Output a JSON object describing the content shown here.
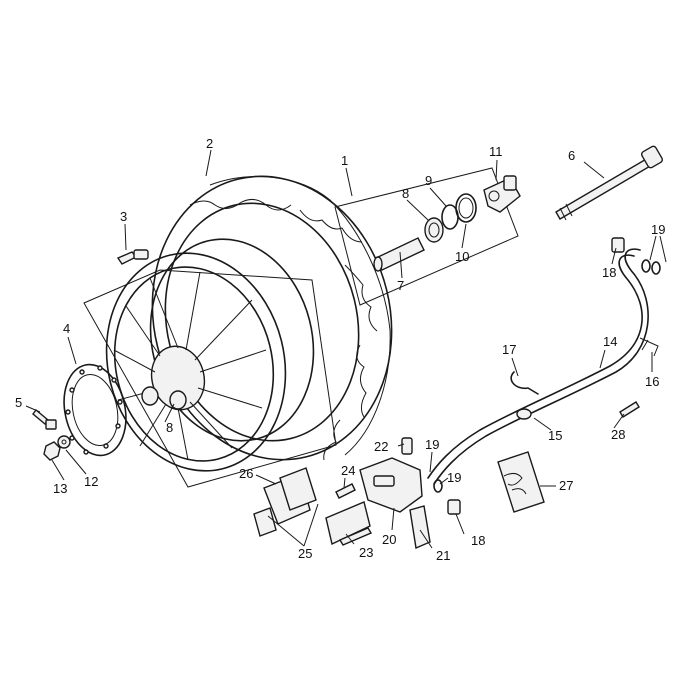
{
  "diagram": {
    "callouts": [
      {
        "id": "c1",
        "label": "1"
      },
      {
        "id": "c2",
        "label": "2"
      },
      {
        "id": "c3",
        "label": "3"
      },
      {
        "id": "c4",
        "label": "4"
      },
      {
        "id": "c5",
        "label": "5"
      },
      {
        "id": "c6",
        "label": "6"
      },
      {
        "id": "c7",
        "label": "7"
      },
      {
        "id": "c8a",
        "label": "8"
      },
      {
        "id": "c8b",
        "label": "8"
      },
      {
        "id": "c9",
        "label": "9"
      },
      {
        "id": "c10",
        "label": "10"
      },
      {
        "id": "c11",
        "label": "11"
      },
      {
        "id": "c12",
        "label": "12"
      },
      {
        "id": "c13",
        "label": "13"
      },
      {
        "id": "c14",
        "label": "14"
      },
      {
        "id": "c15",
        "label": "15"
      },
      {
        "id": "c16",
        "label": "16"
      },
      {
        "id": "c17",
        "label": "17"
      },
      {
        "id": "c18a",
        "label": "18"
      },
      {
        "id": "c18b",
        "label": "18"
      },
      {
        "id": "c19a",
        "label": "19"
      },
      {
        "id": "c19b",
        "label": "19"
      },
      {
        "id": "c19c",
        "label": "19"
      },
      {
        "id": "c20",
        "label": "20"
      },
      {
        "id": "c21",
        "label": "21"
      },
      {
        "id": "c22",
        "label": "22"
      },
      {
        "id": "c23",
        "label": "23"
      },
      {
        "id": "c24",
        "label": "24"
      },
      {
        "id": "c25",
        "label": "25"
      },
      {
        "id": "c26",
        "label": "26"
      },
      {
        "id": "c27",
        "label": "27"
      },
      {
        "id": "c28",
        "label": "28"
      }
    ]
  }
}
